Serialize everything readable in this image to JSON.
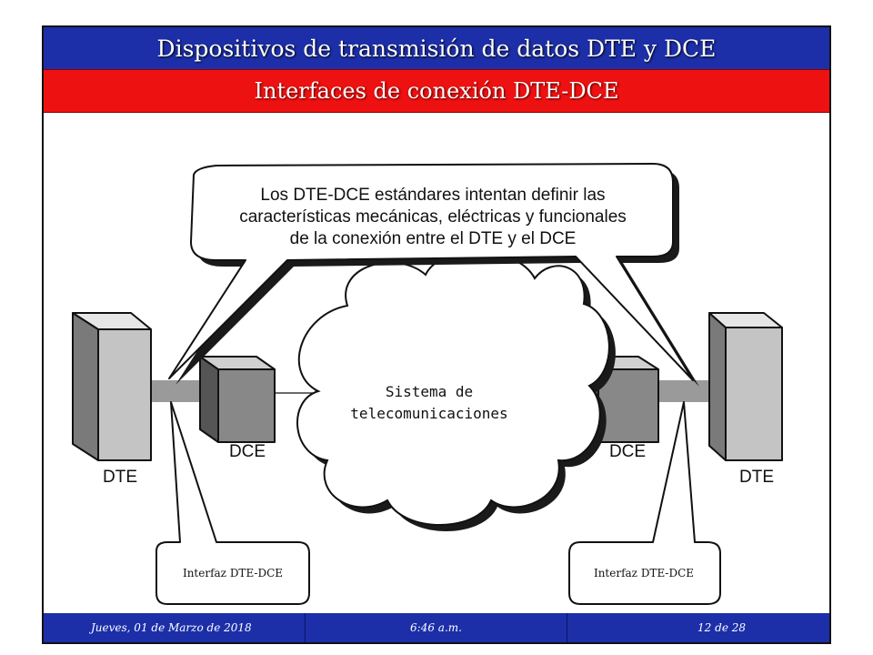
{
  "header": {
    "title": "Dispositivos de transmisión de datos DTE y DCE",
    "subtitle": "Interfaces de conexión DTE-DCE"
  },
  "diagram": {
    "callout_lines": [
      "Los DTE-DCE estándares intentan definir las",
      "características mecánicas, eléctricas y funcionales",
      "de la conexión entre el DTE y el DCE"
    ],
    "cloud_lines": [
      "Sistema de",
      "telecomunicaciones"
    ],
    "left_dte_label": "DTE",
    "left_dce_label": "DCE",
    "right_dce_label": "DCE",
    "right_dte_label": "DTE",
    "left_interface_label": "Interfaz DTE-DCE",
    "right_interface_label": "Interfaz DTE-DCE"
  },
  "footer": {
    "date": "Jueves, 01 de Marzo de 2018",
    "time": "6:46 a.m.",
    "page": "12 de 28"
  },
  "colors": {
    "title_bg": "#1c2fa8",
    "subtitle_bg": "#ee1111",
    "dte_front": "#c4c4c4",
    "dce_front": "#888888",
    "connector": "#9a9a9a"
  }
}
